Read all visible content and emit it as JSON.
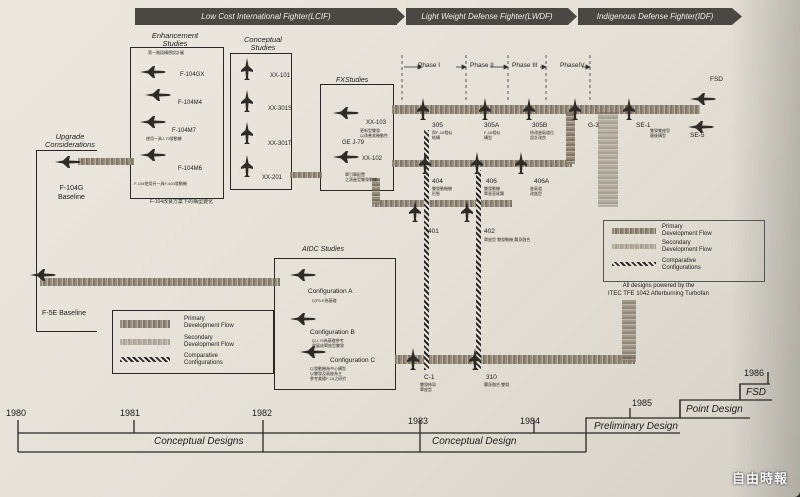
{
  "top_bars": {
    "lcif": "Low Cost International Fighter(LCIF)",
    "lwdf": "Light Weight Defense Fighter(LWDF)",
    "idf": "Indigenous Defense Fighter(IDF)"
  },
  "phases": [
    "Phase I",
    "Phase II",
    "Phase III",
    "PhaseIV"
  ],
  "upgrade": {
    "title": "Upgrade\nConsiderations",
    "f104g": "F-104G\nBaseline",
    "f5e": "F-5E Baseline"
  },
  "enhancement": {
    "title": "Enhancement\nStudies",
    "subtitle": "第一階段構想設計圖",
    "items": [
      "F-104GX",
      "F-104M4",
      "F-104M7",
      "F-104M6"
    ],
    "note_m7": "使用一具J-79發動機",
    "note_bottom": "F-104使用另一具F-404發動機",
    "caption": "F-104改良方案下的構型變化"
  },
  "conceptual": {
    "title": "Conceptual\nStudies",
    "items": [
      "XX-101",
      "XX-301S",
      "XX-301T",
      "XX-201"
    ]
  },
  "fx": {
    "title": "FXStudies",
    "items": [
      "XX-103",
      "XX-102",
      "GE J-79"
    ],
    "note103": "更新型雙發\n以改善其機動性",
    "note102": "單引擎配置\n之演進型雙發動機"
  },
  "aidc": {
    "title": "AIDC Studies",
    "configs": [
      "Configuration A",
      "Configuration B",
      "Configuration C"
    ],
    "notes": [
      "以F5-E為基礎",
      "以J-79為基礎參考\n發展成單座型雙發",
      "以發動機為中心構型\n以雙發及兩座為主\n參考美國F-16之研究"
    ]
  },
  "numbers": {
    "n305": "305",
    "n305A": "305A",
    "n305B": "305B",
    "G3": "G-3",
    "SE1": "SE-1",
    "SE5": "SE-5",
    "FSD": "FSD",
    "n404": "404",
    "n406": "406",
    "n406A": "406A",
    "n401": "401",
    "n402": "402",
    "C1": "C-1",
    "n310": "310"
  },
  "notes_mid": {
    "n305": "與F-16相似\n結構",
    "n305A": "F-16相似\n構型",
    "n305B": "修改進氣道位\n設計改良",
    "n404": "雙發動機機\n形態",
    "n406": "雙發動機\n單垂直尾翼",
    "n406A": "進氣道\n改進型",
    "n402": "單座型 雙發動機 翼身融合",
    "n401": "",
    "C1": "雙發佈局\n單座型",
    "n310": "翼身融合 雙發",
    "SE1": "雙發雙座型\n最後構型",
    "SE5": ""
  },
  "legend_right": {
    "primary": "Primary\nDevelopment Flow",
    "secondary": "Secondary\nDevelopment Flow",
    "comparative": "Comparative\nConfigurations",
    "powered": "All designs powered by the\nITEC TFE 1042 Afterburning Turbofan"
  },
  "legend_left": {
    "primary": "Primary\nDevelopment Flow",
    "secondary": "Secondary\nDevelopment Flow",
    "comparative": "Comparative\nConfigurations"
  },
  "timeline": {
    "years": [
      "1980",
      "1981",
      "1982",
      "1983",
      "1984",
      "1985",
      "1986"
    ],
    "stages": [
      "Conceptual Designs",
      "Conceptual Design",
      "Preliminary Design",
      "Point Design",
      "FSD"
    ]
  },
  "watermark": "自由時報",
  "colors": {
    "bar": "#4b4743",
    "panel": "#e8e4dc",
    "ink": "#1d1b19"
  }
}
